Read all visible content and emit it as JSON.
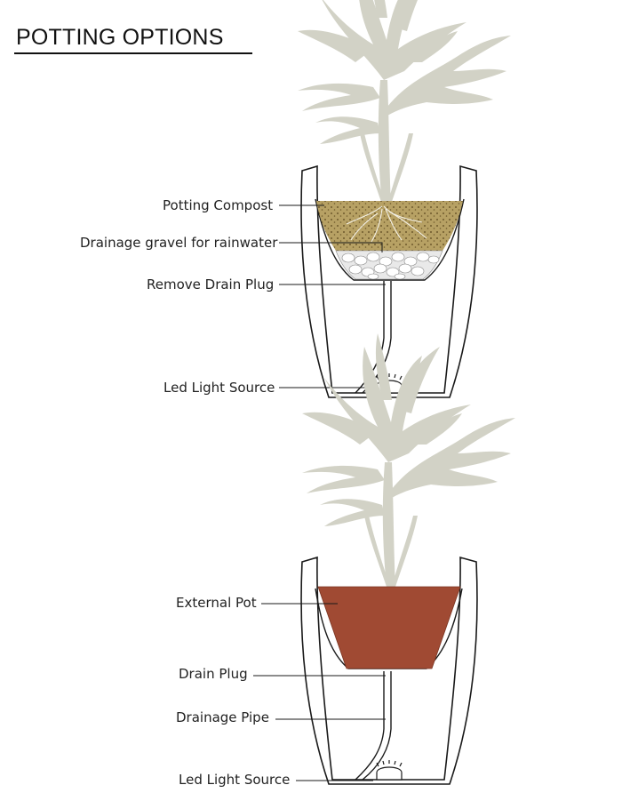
{
  "title": "POTTING OPTIONS",
  "top_diagram": {
    "labels": {
      "potting_compost": "Potting Compost",
      "drainage_gravel": "Drainage gravel for rainwater",
      "remove_drain_plug": "Remove Drain Plug",
      "led_light_source": "Led Light Source"
    }
  },
  "bottom_diagram": {
    "labels": {
      "external_pot": "External Pot",
      "drain_plug": "Drain Plug",
      "drainage_pipe": "Drainage Pipe",
      "led_light_source": "Led Light Source"
    }
  },
  "colors": {
    "plant": "#d2d2c6",
    "compost": "#b7a164",
    "compost_dots": "#6f5a2c",
    "gravel": "#e9e9e9",
    "external_pot": "#a04a33",
    "outline": "#1a1a1a"
  }
}
